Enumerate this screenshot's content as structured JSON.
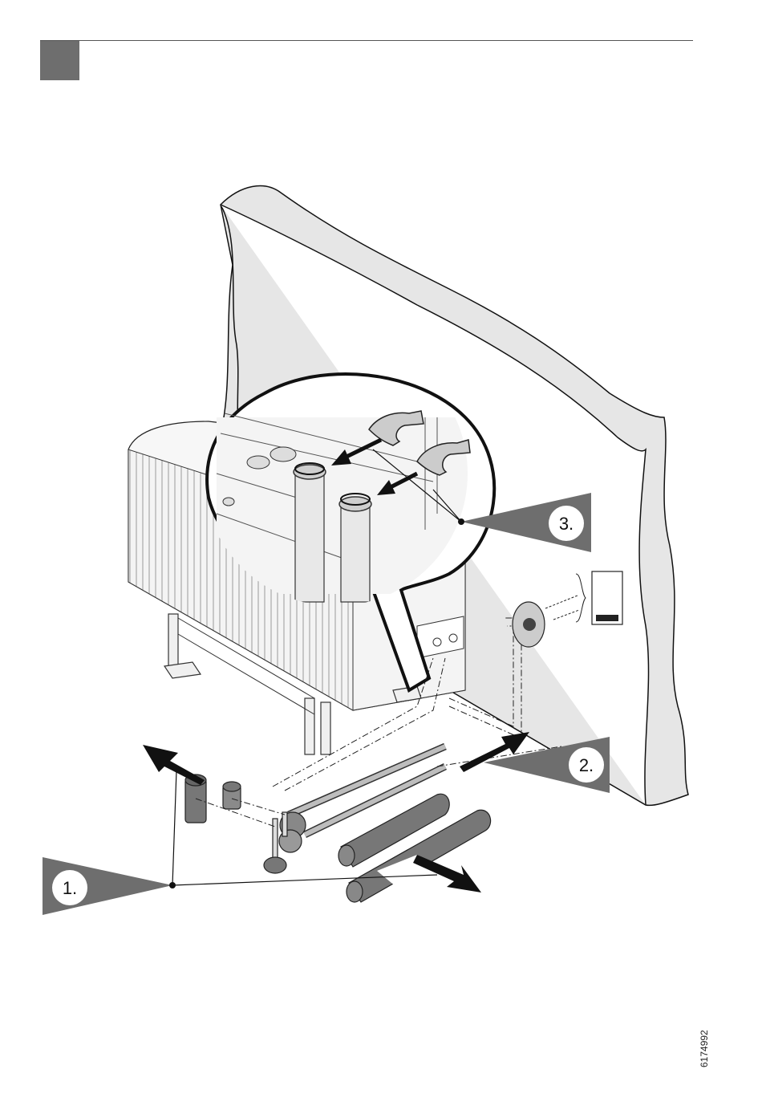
{
  "page": {
    "section_marker_color": "#6e6e6e",
    "document_id": "6174992"
  },
  "steps": [
    {
      "label": "1."
    },
    {
      "label": "2."
    },
    {
      "label": "3."
    }
  ],
  "colors": {
    "wall": "#e6e6e6",
    "callout": "#6e6e6e",
    "line": "#111111",
    "insulation": "#777777"
  }
}
